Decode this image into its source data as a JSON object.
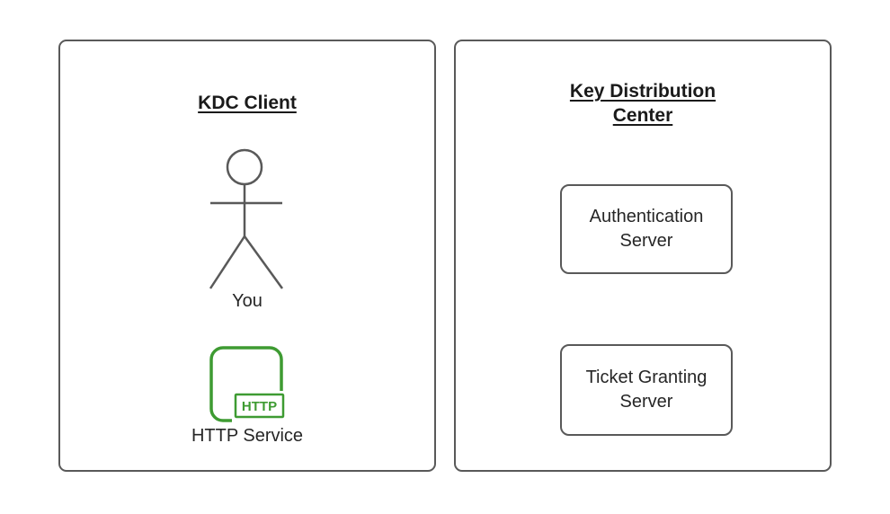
{
  "colors": {
    "background": "#ffffff",
    "panel_border": "#595959",
    "box_border": "#595959",
    "figure_stroke": "#595959",
    "service_green": "#3e9b32",
    "title_text": "#1a1a1a",
    "label_text": "#262626"
  },
  "left_panel": {
    "title": "KDC Client",
    "actor_label": "You",
    "service_badge": "HTTP",
    "service_label": "HTTP Service"
  },
  "right_panel": {
    "title": "Key Distribution\nCenter",
    "boxes": [
      {
        "label": "Authentication\nServer"
      },
      {
        "label": "Ticket Granting\nServer"
      }
    ]
  }
}
